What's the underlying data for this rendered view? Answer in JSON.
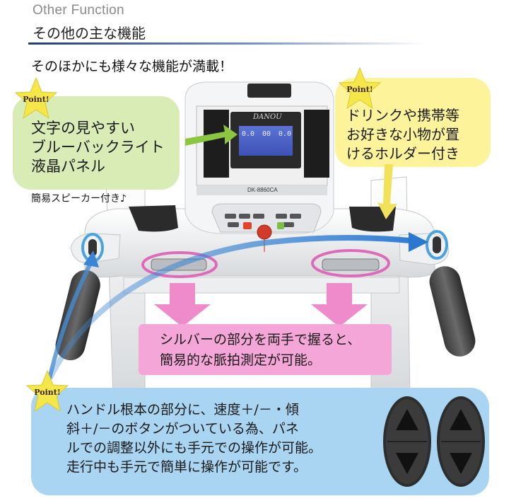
{
  "header": {
    "title_en": "Other Function",
    "title_jp": "その他の主な機能",
    "intro": "そのほかにも様々な機能が満載！"
  },
  "points": {
    "badge_label": "Point!",
    "display": {
      "lines": [
        "文字の見やすい",
        "ブルーバックライト",
        "液晶パネル"
      ],
      "note": "簡易スピーカー付き♪"
    },
    "holder": {
      "lines": [
        "ドリンクや携帯等",
        "お好きな小物が置",
        "けるホルダー付き"
      ]
    },
    "pulse": {
      "lines": [
        "シルバーの部分を両手で握ると、",
        "簡易的な脈拍測定が可能。"
      ]
    },
    "handle_buttons": {
      "lines": [
        "ハンドル根本の部分に、速度＋/－・傾",
        "斜＋/－のボタンがついている為、パネ",
        "ルでの調整以外にも手元での操作が可能。",
        "走行中も手元で簡単に操作が可能です。"
      ]
    }
  },
  "console": {
    "brand": "DANOU",
    "model": "DK-8860CA",
    "lcd_values": [
      "0.0",
      "00",
      "0.0"
    ]
  },
  "colors": {
    "header_rule": "#1f3f7a",
    "green_bubble": "#d9ecb6",
    "yellow_bubble": "#fdf39a",
    "pink_box": "#f5a6d8",
    "blue_box": "#a9d4f2",
    "star": "#f5e64a",
    "lcd": "#4a62c9",
    "highlight_ring": "#e06aba",
    "blue_ring": "#4aa3e0"
  }
}
